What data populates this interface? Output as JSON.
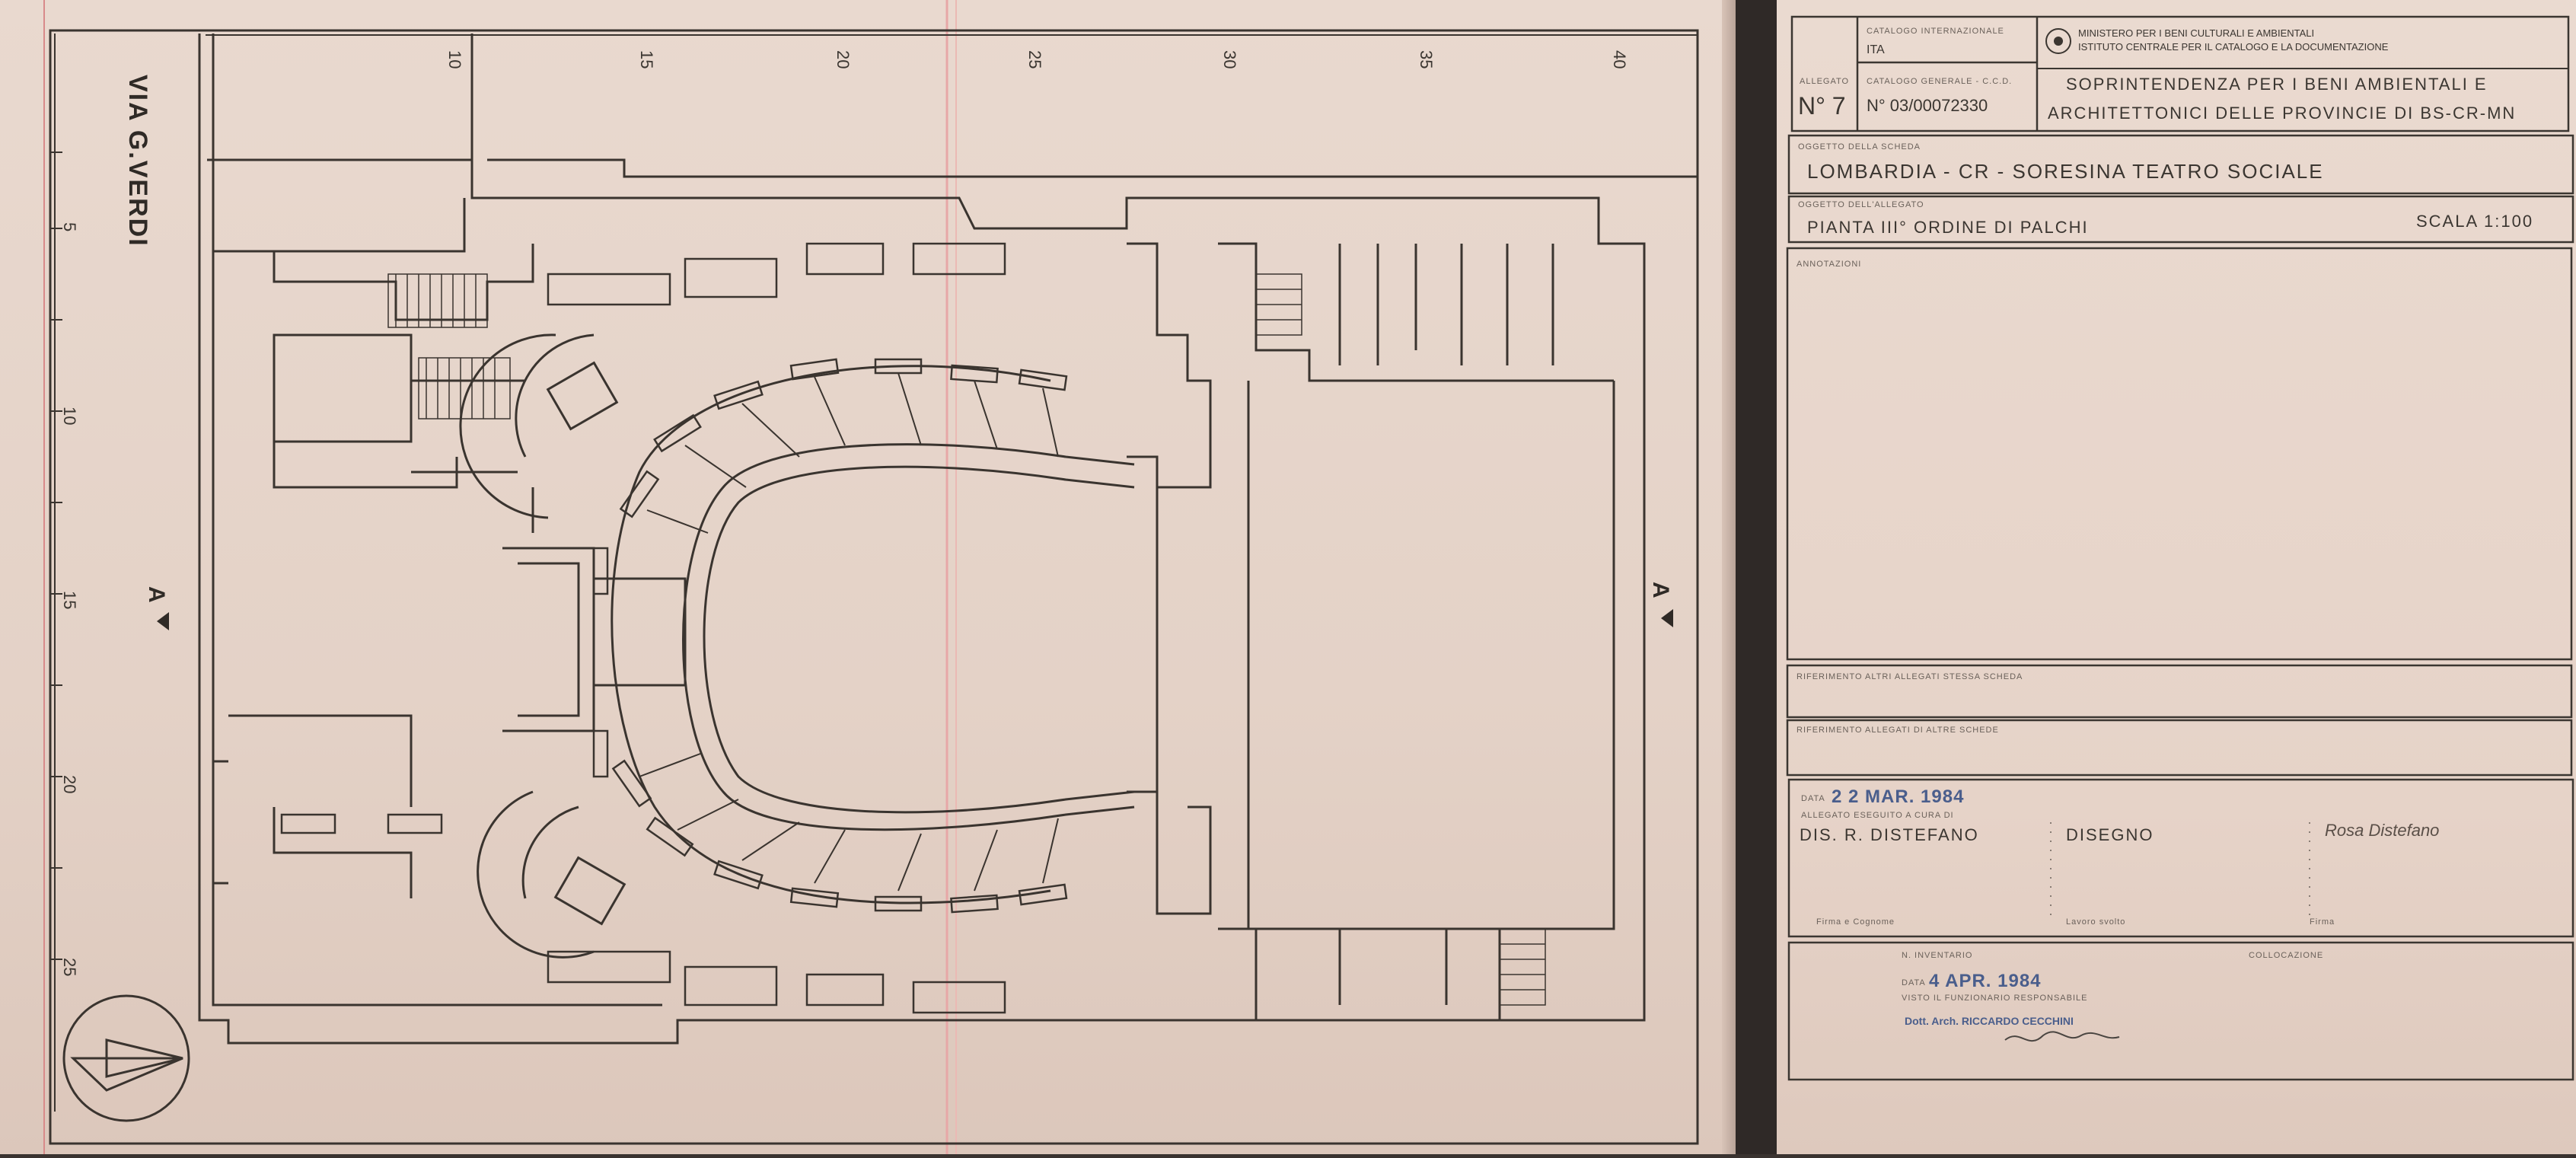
{
  "plan": {
    "street_label": "VIA G.VERDI",
    "top_scale_ticks": [
      "10",
      "15",
      "20",
      "25",
      "30",
      "35",
      "40"
    ],
    "left_scale_ticks": [
      "5",
      "10",
      "15",
      "20",
      "25"
    ],
    "section_marker": "A"
  },
  "form": {
    "catalogo_internazionale_label": "CATALOGO INTERNAZIONALE",
    "catalogo_internazionale_value": "ITA",
    "allegato_label": "ALLEGATO",
    "allegato_number": "N° 7",
    "catalogo_generale_label": "CATALOGO GENERALE - C.C.D.",
    "catalogo_generale_value": "N° 03/00072330",
    "ministry_line1": "MINISTERO PER I BENI CULTURALI E AMBIENTALI",
    "ministry_line2": "ISTITUTO CENTRALE PER IL CATALOGO E LA DOCUMENTAZIONE",
    "soprintendenza_line1": "SOPRINTENDENZA PER I BENI AMBIENTALI E",
    "soprintendenza_line2": "ARCHITETTONICI DELLE PROVINCIE DI BS-CR-MN",
    "oggetto_label": "OGGETTO DELLA SCHEDA",
    "oggetto_value": "LOMBARDIA  -  CR  -   SORESINA          TEATRO SOCIALE",
    "allegato_oggetto_label": "OGGETTO DELL'ALLEGATO",
    "allegato_oggetto_value": "PIANTA III° ORDINE DI PALCHI",
    "scala_value": "SCALA   1:100",
    "annotazioni_label": "ANNOTAZIONI",
    "riferimenti_scheda_label": "RIFERIMENTO ALTRI ALLEGATI STESSA SCHEDA",
    "riferimenti_altre_label": "RIFERIMENTO ALLEGATI DI ALTRE SCHEDE",
    "data_label": "DATA",
    "data_stamp": "2 2 MAR. 1984",
    "eseguito_label": "ALLEGATO ESEGUITO A CURA DI",
    "eseguito_value": "DIS. R. DISTEFANO",
    "disegno_value": "DISEGNO",
    "signature": "Rosa Distefano",
    "firma_label": "Firma e Cognome",
    "lavoro_label": "Lavoro svolto",
    "firma2_label": "Firma",
    "inventario_label": "N. INVENTARIO",
    "collocazione_label": "COLLOCAZIONE",
    "data2_label": "DATA",
    "data2_stamp": "4 APR. 1984",
    "visto_label": "VISTO IL FUNZIONARIO RESPONSABILE",
    "funzionario_stamp": "Dott. Arch. RICCARDO CECCHINI"
  }
}
